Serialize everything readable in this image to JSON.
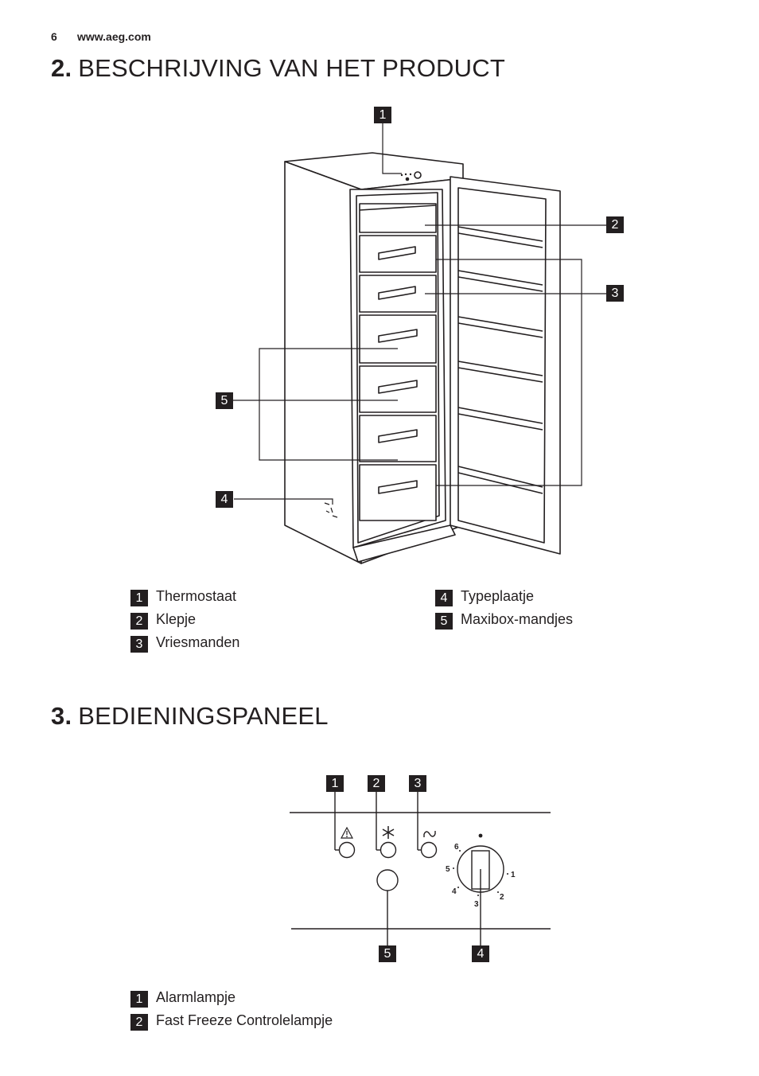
{
  "header": {
    "page_number": "6",
    "url": "www.aeg.com"
  },
  "section2": {
    "number": "2.",
    "title": "BESCHRIJVING VAN HET PRODUCT",
    "callouts": [
      "1",
      "2",
      "3",
      "4",
      "5"
    ],
    "legend": [
      {
        "num": "1",
        "label": "Thermostaat"
      },
      {
        "num": "2",
        "label": "Klepje"
      },
      {
        "num": "3",
        "label": "Vriesmanden"
      },
      {
        "num": "4",
        "label": "Typeplaatje"
      },
      {
        "num": "5",
        "label": "Maxibox-mandjes"
      }
    ]
  },
  "section3": {
    "number": "3.",
    "title": "BEDIENINGSPANEEL",
    "callouts": [
      "1",
      "2",
      "3",
      "5",
      "4"
    ],
    "dial_marks": [
      "6",
      "5",
      "4",
      "3",
      "2",
      "1"
    ],
    "legend": [
      {
        "num": "1",
        "label": "Alarmlampje"
      },
      {
        "num": "2",
        "label": "Fast Freeze Controlelampje"
      }
    ]
  }
}
